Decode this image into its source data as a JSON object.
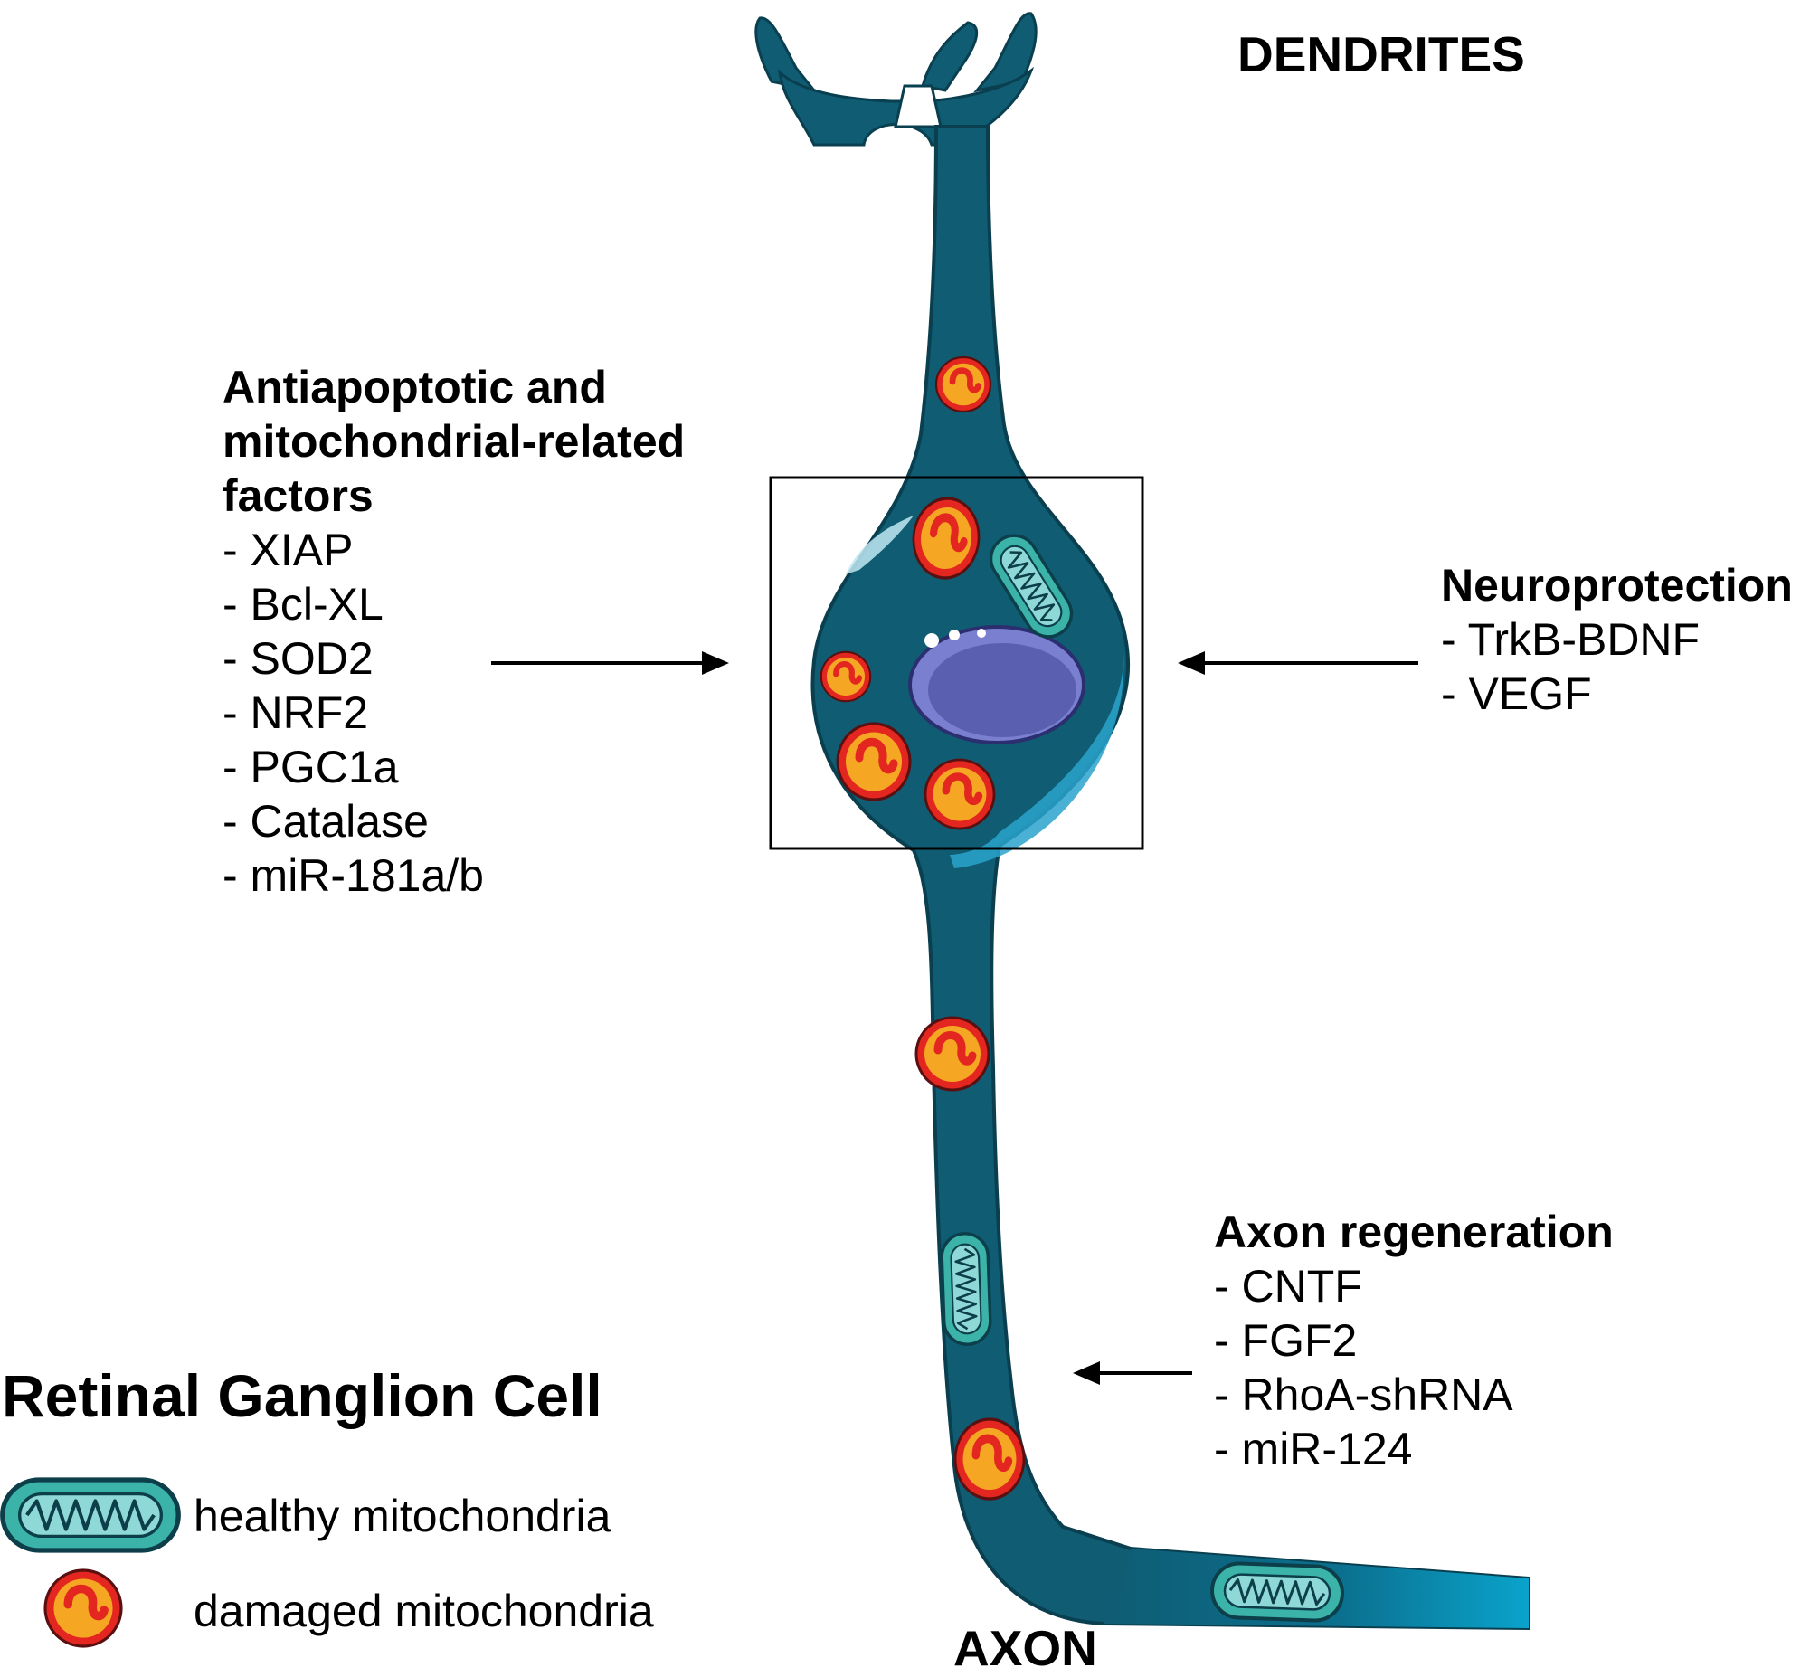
{
  "labels": {
    "dendrites": "DENDRITES",
    "axon": "AXON"
  },
  "title": "Retinal Ganglion Cell",
  "groups": {
    "antiapoptotic": {
      "heading_lines": [
        "Antiapoptotic and",
        "mitochondrial-related",
        "factors"
      ],
      "items": [
        "- XIAP",
        "- Bcl-XL",
        "- SOD2",
        "- NRF2",
        "- PGC1a",
        "- Catalase",
        "- miR-181a/b"
      ]
    },
    "neuroprotection": {
      "heading": "Neuroprotection",
      "items": [
        "- TrkB-BDNF",
        "- VEGF"
      ]
    },
    "axon_regeneration": {
      "heading": "Axon regeneration",
      "items": [
        "- CNTF",
        "- FGF2",
        "- RhoA-shRNA",
        "- miR-124"
      ]
    }
  },
  "legend": {
    "healthy": "healthy mitochondria",
    "damaged": "damaged mitochondria"
  },
  "colors": {
    "cell_body": "#0f5c73",
    "cell_highlight": "#2aa3cc",
    "axon_tip": "#0aa0c8",
    "nucleus": "#5b5fb0",
    "healthy_fill": "#3bb3a8",
    "healthy_inner": "#8fd8d8",
    "damaged_fill": "#f5a623",
    "damaged_rim": "#e3261f"
  }
}
